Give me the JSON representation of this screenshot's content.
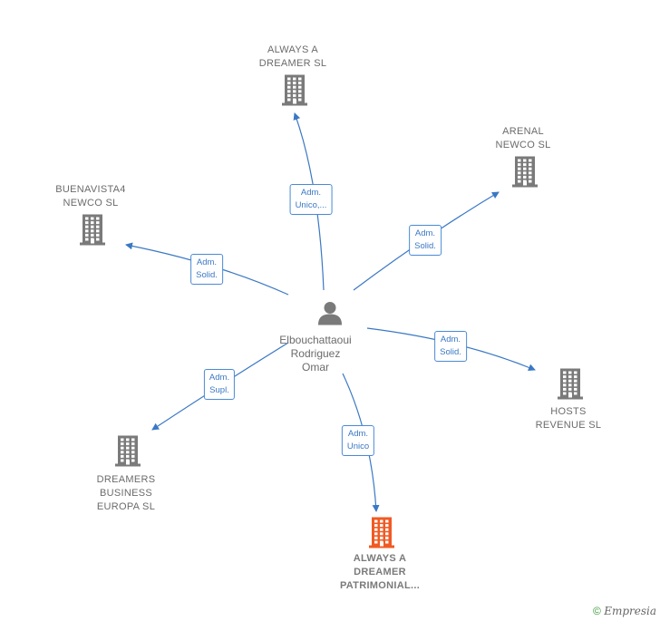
{
  "center": {
    "lines": [
      "Elbouchattaoui",
      "Rodriguez",
      "Omar"
    ]
  },
  "nodes": [
    {
      "id": "always-a-dreamer",
      "label": "ALWAYS A\nDREAMER  SL",
      "main": false
    },
    {
      "id": "arenal-newco",
      "label": "ARENAL\nNEWCO  SL",
      "main": false
    },
    {
      "id": "buenavista4-newco",
      "label": "BUENAVISTA4\nNEWCO  SL",
      "main": false
    },
    {
      "id": "hosts-revenue",
      "label": "HOSTS\nREVENUE  SL",
      "main": false
    },
    {
      "id": "dreamers-business",
      "label": "DREAMERS\nBUSINESS\nEUROPA  SL",
      "main": false
    },
    {
      "id": "always-a-dreamer-patrimonial",
      "label": "ALWAYS A\nDREAMER\nPATRIMONIAL...",
      "main": true
    }
  ],
  "edges": [
    {
      "to": "always-a-dreamer",
      "lines": [
        "Adm.",
        "Unico,..."
      ]
    },
    {
      "to": "arenal-newco",
      "lines": [
        "Adm.",
        "Solid."
      ]
    },
    {
      "to": "buenavista4-newco",
      "lines": [
        "Adm.",
        "Solid."
      ]
    },
    {
      "to": "hosts-revenue",
      "lines": [
        "Adm.",
        "Solid."
      ]
    },
    {
      "to": "dreamers-business",
      "lines": [
        "Adm.",
        "Supl."
      ]
    },
    {
      "to": "always-a-dreamer-patrimonial",
      "lines": [
        "Adm.",
        "Unico"
      ]
    }
  ],
  "colors": {
    "edge": "#3a78c4",
    "building": "#7a7a7a",
    "building_main": "#f05a23",
    "person": "#7a7a7a"
  },
  "footer": {
    "symbol": "©",
    "brand": "Empresia"
  }
}
